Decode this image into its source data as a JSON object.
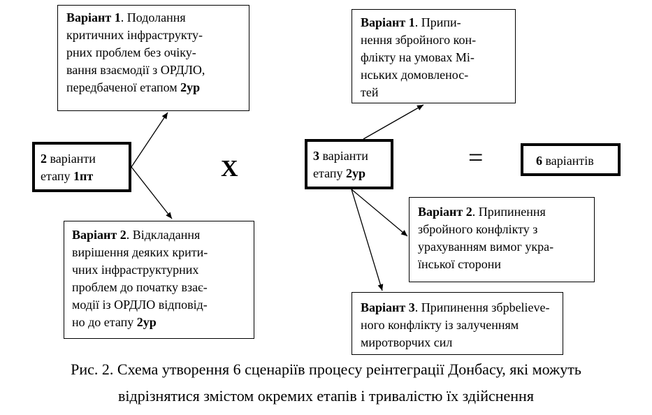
{
  "left_variant_1": {
    "label": "Варіант 1",
    "lines": [
      "Подолання",
      "критичних інфраструкту-",
      "рних проблем без очіку-",
      "вання взаємодії з ОРДЛО,",
      "передбаченої етапом "
    ],
    "stage": "2ур"
  },
  "left_variant_2": {
    "label": "Варіант 2",
    "lines": [
      "Відкладання",
      "вирішення деяких крити-",
      "чних інфраструктурних",
      "проблем до початку взає-",
      "модії із ОРДЛО відповід-",
      "но до етапу "
    ],
    "stage": "2ур"
  },
  "stage_1pt": {
    "count": "2",
    "line1": " варіанти",
    "line2": "етапу ",
    "stage": "1пт"
  },
  "stage_2ur": {
    "count": "3",
    "line1": " варіанти",
    "line2": "етапу ",
    "stage": "2ур"
  },
  "right_variant_1": {
    "label": "Варіант 1",
    "lines": [
      "Припи-",
      "нення збройного кон-",
      "флікту на умовах Мі-",
      "нських домовленос-",
      "тей"
    ]
  },
  "right_variant_2": {
    "label": "Варіант 2",
    "lines": [
      "Припинення",
      "збройного конфлікту з",
      "урахуванням вимог укра-",
      "їнської сторони"
    ]
  },
  "right_variant_3": {
    "label": "Варіант 3",
    "lines": [
      "Припинення збрbelieve-",
      "ного конфлікту із залученням",
      "миротворчих сил"
    ]
  },
  "result": {
    "count": "6",
    "text": " варіантів"
  },
  "operators": {
    "times": "X",
    "equals": "="
  },
  "caption": {
    "line1": "Рис. 2. Схема утворення 6 сценаріїв процесу реінтеграції Донбасу, які можуть",
    "line2": "відрізнятися змістом окремих етапів і тривалістю їх здійснення"
  }
}
